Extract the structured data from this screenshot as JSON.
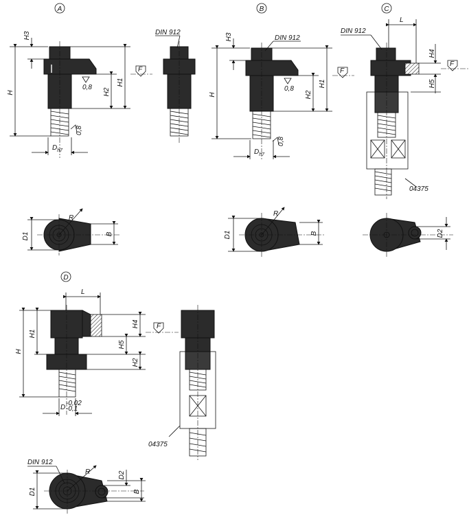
{
  "variants": {
    "a": "A",
    "b": "B",
    "c": "C",
    "d": "D"
  },
  "dims": {
    "H": "H",
    "H1": "H1",
    "H2": "H2",
    "H3": "H3",
    "H4": "H4",
    "H5": "H5",
    "L": "L",
    "R": "R",
    "B": "B",
    "D1": "D1",
    "D2": "D2",
    "Dh7_main": "D",
    "Dh7_sub": "h7",
    "D_main": "D",
    "D_tol_upper": "-0,02",
    "D_tol_lower": "-0,1",
    "force": "F",
    "roughness": "0,8"
  },
  "labels": {
    "din912": "DIN 912",
    "part04375": "04375"
  }
}
